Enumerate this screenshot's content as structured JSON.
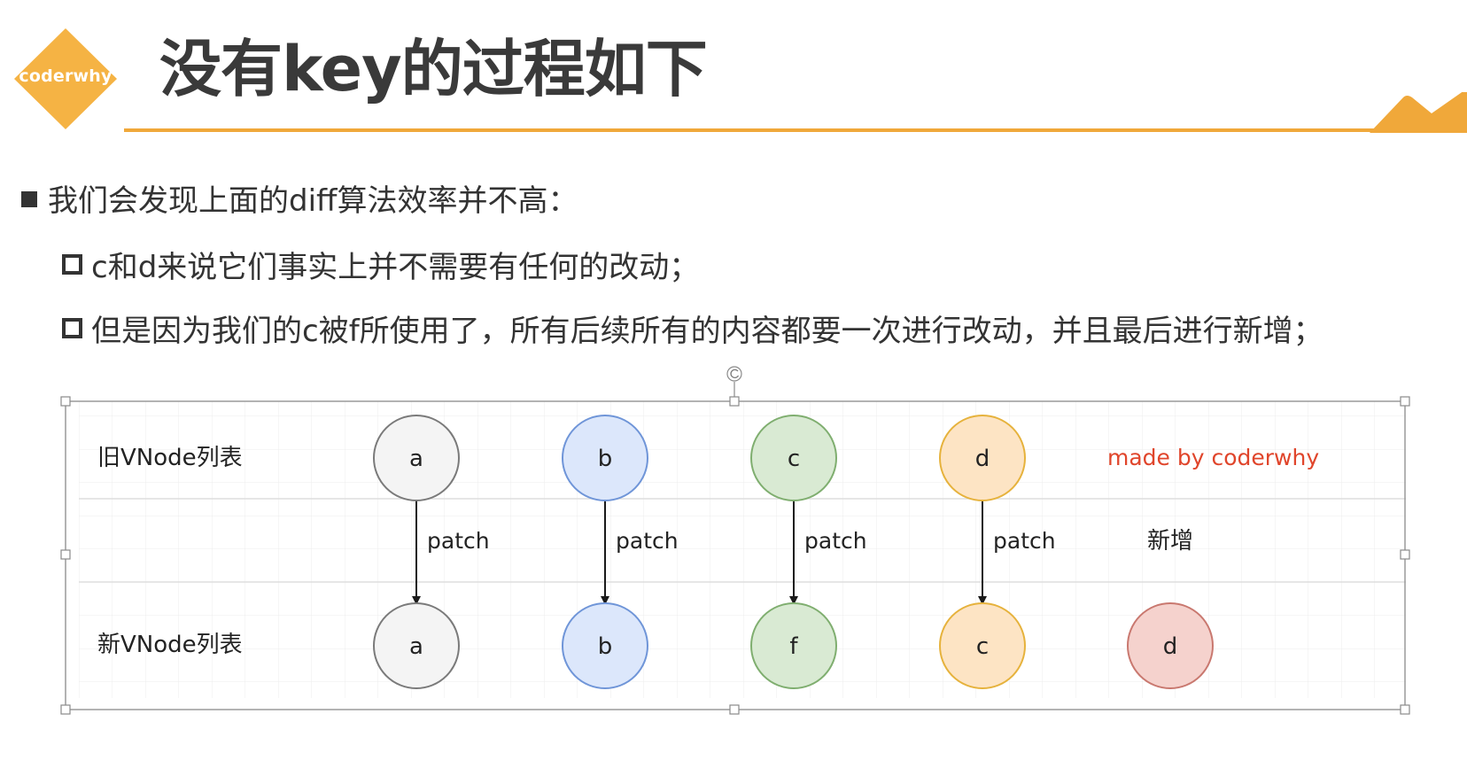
{
  "logo": {
    "text": "coderwhy"
  },
  "title": "没有key的过程如下",
  "bullets": {
    "level1": "我们会发现上面的diff算法效率并不高：",
    "level2": [
      "c和d来说它们事实上并不需要有任何的改动；",
      "但是因为我们的c被f所使用了，所有后续所有的内容都要一次进行改动，并且最后进行新增；"
    ]
  },
  "diagram": {
    "old_list_label": "旧VNode列表",
    "new_list_label": "新VNode列表",
    "watermark": "made by coderwhy",
    "watermark_color": "#e0452b",
    "add_label": "新增",
    "edge_label": "patch",
    "old_nodes": [
      {
        "label": "a",
        "fill": "#f4f4f4",
        "stroke": "#7a7a7a"
      },
      {
        "label": "b",
        "fill": "#dce7fb",
        "stroke": "#6f95d8"
      },
      {
        "label": "c",
        "fill": "#d9ead3",
        "stroke": "#7fae6f"
      },
      {
        "label": "d",
        "fill": "#fde4c4",
        "stroke": "#e6b23c"
      }
    ],
    "new_nodes": [
      {
        "label": "a",
        "fill": "#f4f4f4",
        "stroke": "#7a7a7a"
      },
      {
        "label": "b",
        "fill": "#dce7fb",
        "stroke": "#6f95d8"
      },
      {
        "label": "f",
        "fill": "#d9ead3",
        "stroke": "#7fae6f"
      },
      {
        "label": "c",
        "fill": "#fde4c4",
        "stroke": "#e6b23c"
      },
      {
        "label": "d",
        "fill": "#f5d2cd",
        "stroke": "#c9786f"
      }
    ]
  }
}
